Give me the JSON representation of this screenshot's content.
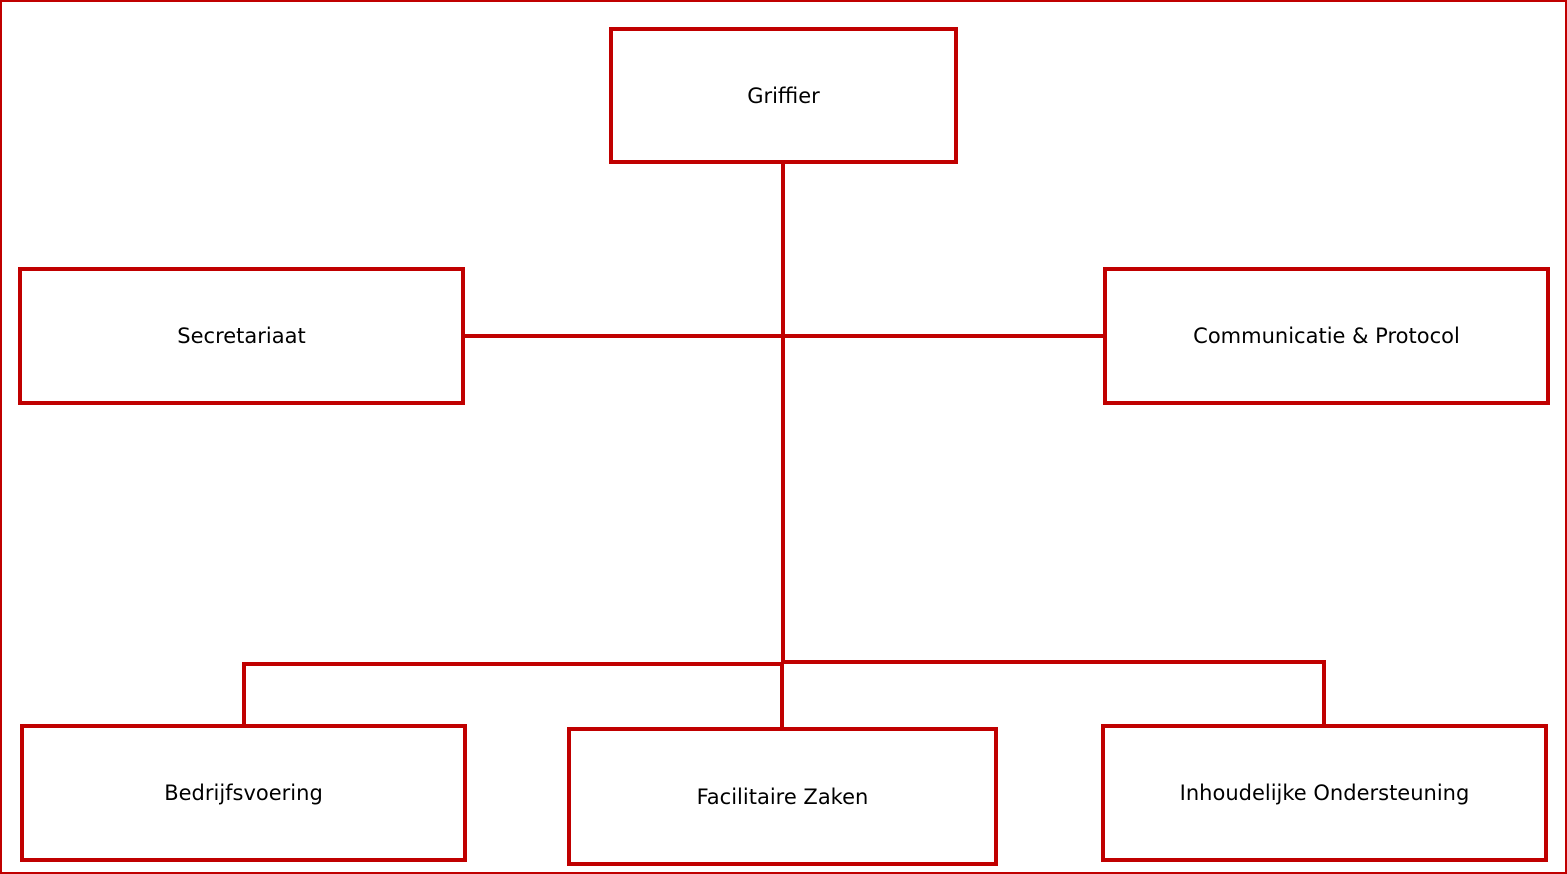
{
  "diagram": {
    "type": "org-chart",
    "line_color": "#c00000",
    "nodes": {
      "griffier": {
        "label": "Griffier"
      },
      "secretariaat": {
        "label": "Secretariaat"
      },
      "communicatie": {
        "label": "Communicatie & Protocol"
      },
      "bedrijfsvoering": {
        "label": "Bedrijfsvoering"
      },
      "facilitaire": {
        "label": "Facilitaire Zaken"
      },
      "inhoudelijke": {
        "label": "Inhoudelijke Ondersteuning"
      }
    },
    "edges": [
      {
        "from": "griffier",
        "to": "secretariaat"
      },
      {
        "from": "griffier",
        "to": "communicatie"
      },
      {
        "from": "griffier",
        "to": "bedrijfsvoering"
      },
      {
        "from": "griffier",
        "to": "facilitaire"
      },
      {
        "from": "griffier",
        "to": "inhoudelijke"
      }
    ]
  }
}
